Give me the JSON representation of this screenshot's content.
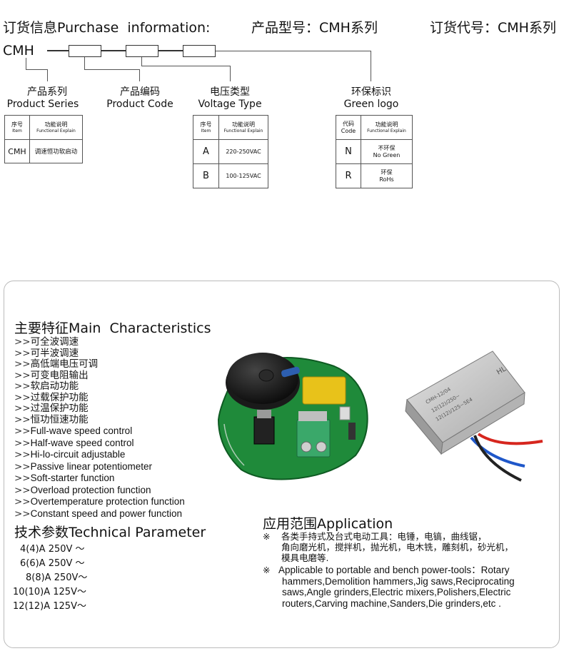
{
  "header": {
    "title_cn": "订货信息",
    "title_en": "Purchase  information",
    "title_colon": ":",
    "model_label": "产品型号：CMH系列",
    "order_label": "订货代号：CMH系列"
  },
  "code_prefix": "CMH",
  "product_series": {
    "label_cn": "产品系列",
    "label_en": "Product Series",
    "table": {
      "head_item_cn": "序号",
      "head_item_en": "Item",
      "head_func_cn": "功能说明",
      "head_func_en": "Functional Explain",
      "row_code": "CMH",
      "row_desc": "调速恒功软启动"
    }
  },
  "product_code": {
    "label_cn": "产品编码",
    "label_en": "Product Code"
  },
  "voltage_type": {
    "label_cn": "电压类型",
    "label_en": "Voltage Type",
    "table": {
      "head_item_cn": "序号",
      "head_item_en": "Item",
      "head_func_cn": "功能说明",
      "head_func_en": "Functional Explain",
      "rows": [
        {
          "code": "A",
          "desc": "220-250VAC"
        },
        {
          "code": "B",
          "desc": "100-125VAC"
        }
      ]
    }
  },
  "green_logo": {
    "label_cn": "环保标识",
    "label_en": "Green logo",
    "table": {
      "head_item_cn": "代码",
      "head_item_en": "Code",
      "head_func_cn": "功能说明",
      "head_func_en": "Functional Explain",
      "rows": [
        {
          "code": "N",
          "desc_cn": "不环保",
          "desc_en": "No  Green"
        },
        {
          "code": "R",
          "desc_cn": "环保",
          "desc_en": "RoHs"
        }
      ]
    }
  },
  "main_characteristics": {
    "title_cn": "主要特征",
    "title_en": "Main  Characteristics",
    "prefix": ">>",
    "items": [
      "可全波调速",
      "可半波调速",
      "高低端电压可调",
      "可变电阻输出",
      "软启动功能",
      "过载保护功能",
      "过温保护功能",
      "恒功恒速功能",
      "Full-wave speed control",
      "Half-wave speed control",
      "Hi-lo-circuit adjustable",
      "Passive linear potentiometer",
      "Soft-starter function",
      "Overload protection function",
      "Overtemperature protection function",
      "Constant speed and power function"
    ]
  },
  "technical_parameter": {
    "title_cn": "技术参数",
    "title_en": "Technical Parameter",
    "items": [
      "4(4)A 250V  ～",
      "6(6)A 250V  ～",
      "8(8)A 250V～",
      "10(10)A 125V～",
      "12(12)A 125V～"
    ]
  },
  "application": {
    "title_cn": "应用范围",
    "title_en": "Application",
    "mark": "※",
    "cn_text": "各类手持式及台式电动工具：电锤，电镐，曲线锯，角向磨光机，搅拌机，抛光机，电木铣，雕刻机，砂光机，模具电磨等.",
    "cn_lines": [
      "各类手持式及台式电动工具：电锤，电镐，曲线锯，",
      "角向磨光机，搅拌机，抛光机，电木铣，雕刻机，砂光机，",
      "模具电磨等."
    ],
    "en_lines": [
      "Applicable  to portable and bench power-tools：Rotary",
      "hammers,Demolition hammers,Jig saws,Reciprocating",
      "saws,Angle grinders,Electric mixers,Polishers,Electric",
      "routers,Carving machine,Sanders,Die grinders,etc ."
    ]
  },
  "module_label": {
    "line1": "HL",
    "line2": "CMH-12/04",
    "line3": "12(12)/250~",
    "line4": "12(12)/125~5E4"
  },
  "colors": {
    "pcb_green": "#1f8a3a",
    "knob": "#1a1a1a",
    "capacitor_yellow": "#e8c21a",
    "terminal_green": "#3aa86a",
    "module_gray": "#c9c9c9",
    "wire_red": "#d6261e",
    "wire_blue": "#1f57c9"
  }
}
